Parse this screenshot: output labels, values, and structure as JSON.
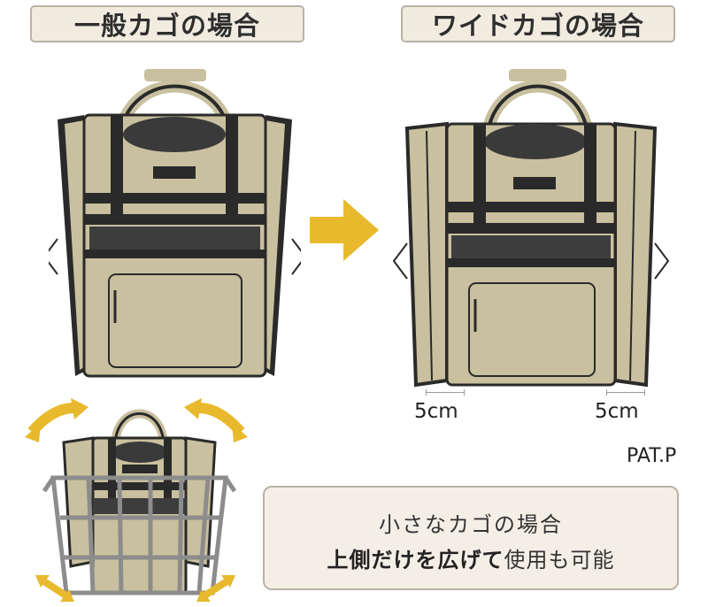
{
  "labels": {
    "normal_basket": "一般カゴの場合",
    "wide_basket": "ワイドカゴの場合"
  },
  "measurements": {
    "left": "5cm",
    "right": "5cm"
  },
  "patent": "PAT.P",
  "note": {
    "line1": "小さなカゴの場合",
    "line2_bold": "上側だけを広げて",
    "line2_rest": "使用も可能"
  },
  "colors": {
    "bag_body": "#c9c09f",
    "bag_trim": "#2a2a2a",
    "arrow": "#e8b92c",
    "basket": "#8c8c8c",
    "label_bg": "#f1ebe0"
  },
  "icons": {
    "transition": "arrow-right-icon",
    "expand": "double-arrow-icon"
  }
}
